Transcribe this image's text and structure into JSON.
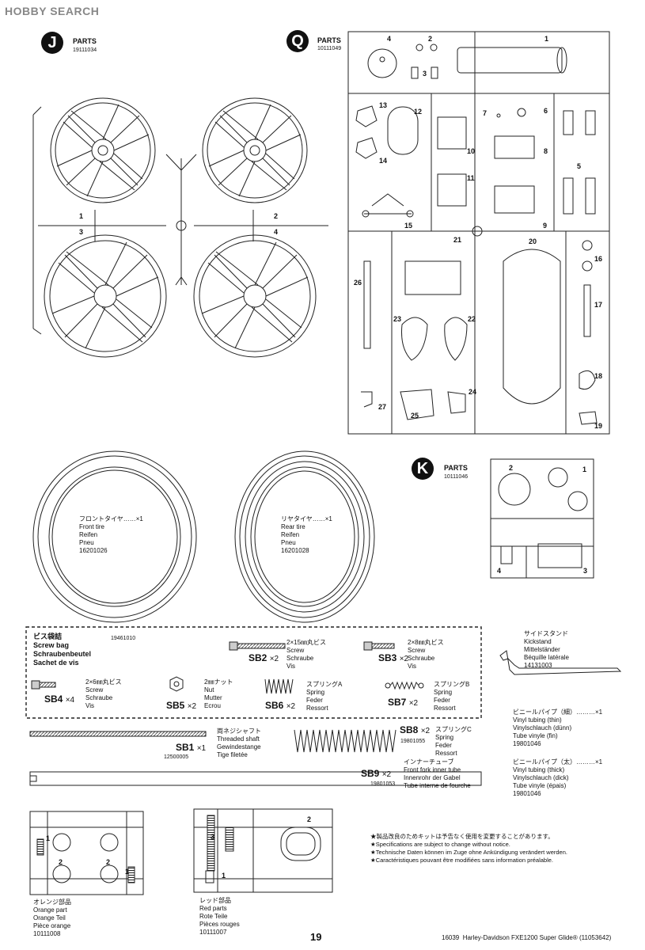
{
  "watermark": "HOBBY SEARCH",
  "sprue_j": {
    "letter": "J",
    "parts": "PARTS",
    "code": "19111034",
    "nums": [
      "1",
      "2",
      "3",
      "4"
    ]
  },
  "sprue_q": {
    "letter": "Q",
    "parts": "PARTS",
    "code": "10111049",
    "nums": [
      "1",
      "2",
      "3",
      "4",
      "5",
      "6",
      "7",
      "8",
      "9",
      "10",
      "11",
      "12",
      "13",
      "14",
      "15",
      "16",
      "17",
      "18",
      "19",
      "20",
      "21",
      "22",
      "23",
      "24",
      "25",
      "26",
      "27"
    ]
  },
  "sprue_k": {
    "letter": "K",
    "parts": "PARTS",
    "code": "10111046",
    "nums": [
      "1",
      "2",
      "3",
      "4"
    ]
  },
  "front_tire": {
    "text": "フロントタイヤ……×1\nFront tire\nReifen\nPneu\n16201026"
  },
  "rear_tire": {
    "text": "リヤタイヤ……×1\nRear tire\nReifen\nPneu\n16201028"
  },
  "screw_bag": {
    "title": "ビス袋詰\nScrew bag\nSchraubenbeutel\nSachet de vis",
    "code": "19461010"
  },
  "sb2": {
    "label": "SB2",
    "qty": "×2",
    "desc": "2×15㎜丸ビス\nScrew\nSchraube\nVis"
  },
  "sb3": {
    "label": "SB3",
    "qty": "×2",
    "desc": "2×8㎜丸ビス\nScrew\nSchraube\nVis"
  },
  "sb4": {
    "label": "SB4",
    "qty": "×4",
    "desc": "2×6㎜丸ビス\nScrew\nSchraube\nVis"
  },
  "sb5": {
    "label": "SB5",
    "qty": "×2",
    "desc": "2㎜ナット\nNut\nMutter\nEcrou"
  },
  "sb6": {
    "label": "SB6",
    "qty": "×2",
    "desc": "スプリングA\nSpring\nFeder\nRessort"
  },
  "sb7": {
    "label": "SB7",
    "qty": "×2",
    "desc": "スプリングB\nSpring\nFeder\nRessort"
  },
  "sb1": {
    "label": "SB1",
    "qty": "×1",
    "code": "12500005",
    "desc": "両ネジシャフト\nThreaded shaft\nGewindestange\nTige filetée"
  },
  "sb8": {
    "label": "SB8",
    "qty": "×2",
    "code": "19801055",
    "desc": "スプリングC\nSpring\nFeder\nRessort"
  },
  "sb9": {
    "label": "SB9",
    "qty": "×2",
    "code": "19801053",
    "desc": "インナーチューブ\nFront fork inner tube\nInnenrohr der Gabel\nTube interne de fourche"
  },
  "kickstand": {
    "text": "サイドスタンド\nKickstand\nMittelständer\nBéquille latérale\n14131003"
  },
  "vinyl_thin": {
    "text": "ビニールパイプ（細）………×1\nVinyl tubing (thin)\nVinylschlauch (dünn)\nTube vinyle (fin)\n19801046"
  },
  "vinyl_thick": {
    "text": "ビニールパイプ（太）………×1\nVinyl tubing (thick)\nVinylschlauch (dick)\nTube vinyle (épais)\n19801046"
  },
  "orange": {
    "text": "オレンジ部品\nOrange part\nOrange Teil\nPièce orange\n10111008",
    "nums": [
      "1",
      "2",
      "2",
      "1"
    ]
  },
  "red": {
    "text": "レッド部品\nRed parts\nRote Teile\nPièces rouges\n10111007",
    "nums": [
      "3",
      "1",
      "2"
    ]
  },
  "notice": {
    "text": "★製品改良のためキットは予告なく使用を変更することがあります。\n★Specifications are subject to change without notice.\n★Technische Daten können im Zuge ohne Ankündigung verändert werden.\n★Caractéristiques pouvant être modifiées sans information préalable."
  },
  "page_number": "19",
  "footer": "16039  Harley-Davidson FXE1200 Super Glide® (11053642)"
}
